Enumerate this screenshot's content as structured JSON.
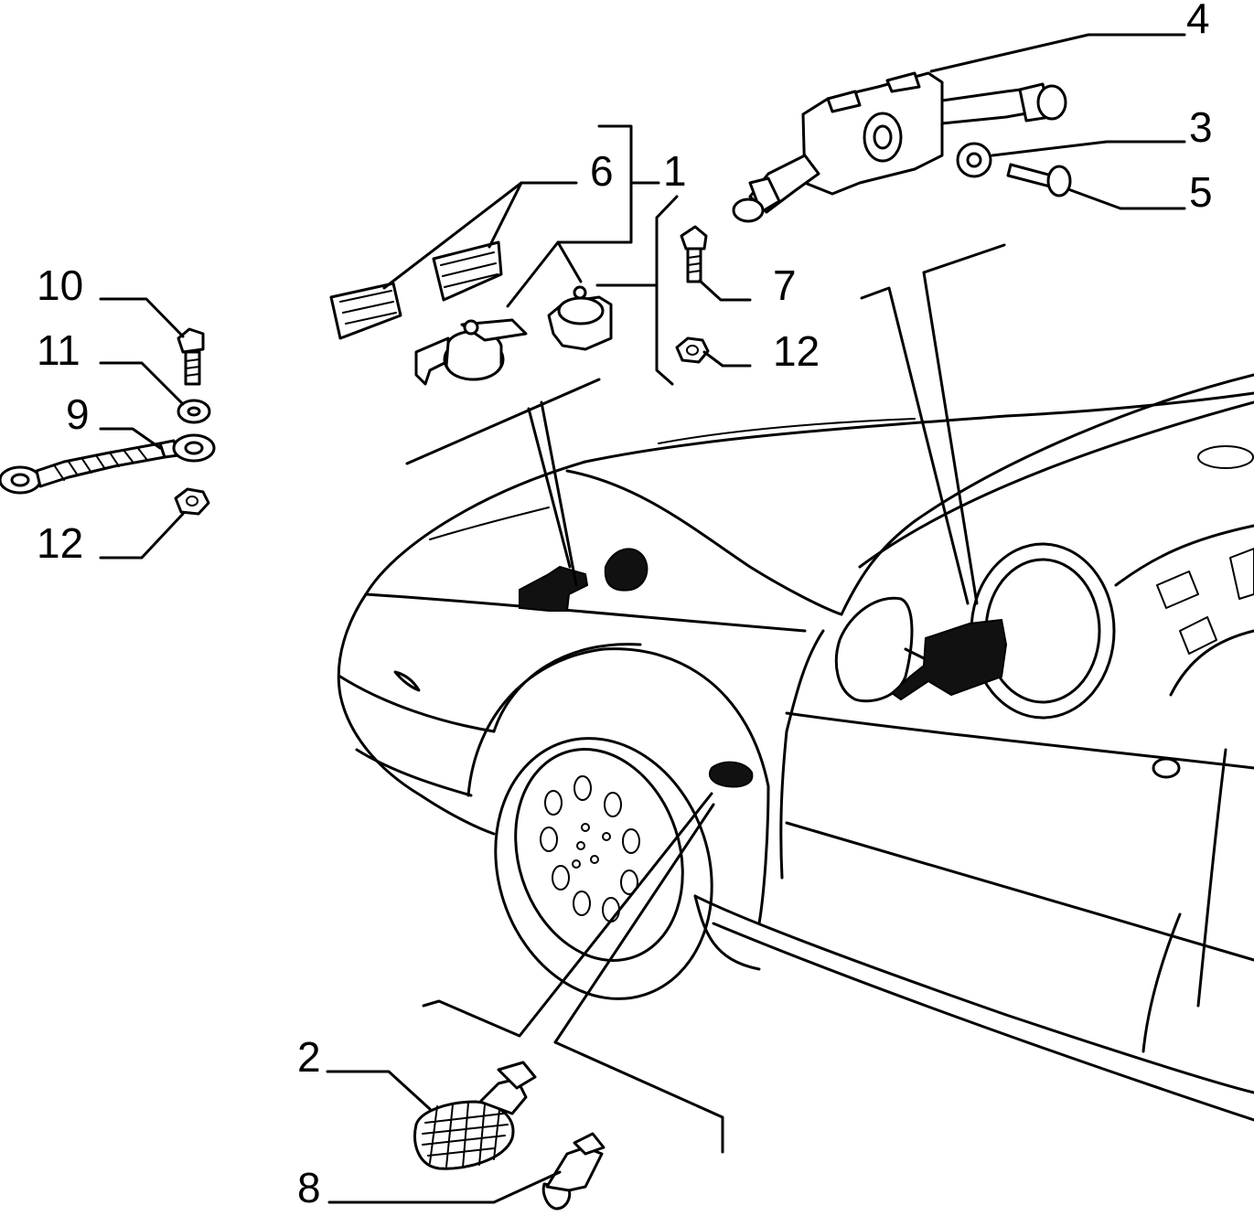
{
  "diagram": {
    "callouts": [
      {
        "id": "c4",
        "text": "4"
      },
      {
        "id": "c3",
        "text": "3"
      },
      {
        "id": "c5",
        "text": "5"
      },
      {
        "id": "c6",
        "text": "6"
      },
      {
        "id": "c1",
        "text": "1"
      },
      {
        "id": "c7",
        "text": "7"
      },
      {
        "id": "c12a",
        "text": "12"
      },
      {
        "id": "c10",
        "text": "10"
      },
      {
        "id": "c11",
        "text": "11"
      },
      {
        "id": "c9",
        "text": "9"
      },
      {
        "id": "c12b",
        "text": "12"
      },
      {
        "id": "c2",
        "text": "2"
      },
      {
        "id": "c8",
        "text": "8"
      }
    ],
    "parts": [
      {
        "id": "part-1",
        "name": "horn"
      },
      {
        "id": "part-2",
        "name": "side-repeater-lamp"
      },
      {
        "id": "part-3",
        "name": "washer"
      },
      {
        "id": "part-4",
        "name": "steering-column-switch"
      },
      {
        "id": "part-5",
        "name": "screw"
      },
      {
        "id": "part-6",
        "name": "pad"
      },
      {
        "id": "part-7",
        "name": "bolt"
      },
      {
        "id": "part-8",
        "name": "bulb"
      },
      {
        "id": "part-9",
        "name": "ground-strap"
      },
      {
        "id": "part-10",
        "name": "bolt"
      },
      {
        "id": "part-11",
        "name": "washer"
      },
      {
        "id": "part-12",
        "name": "nut"
      }
    ]
  }
}
